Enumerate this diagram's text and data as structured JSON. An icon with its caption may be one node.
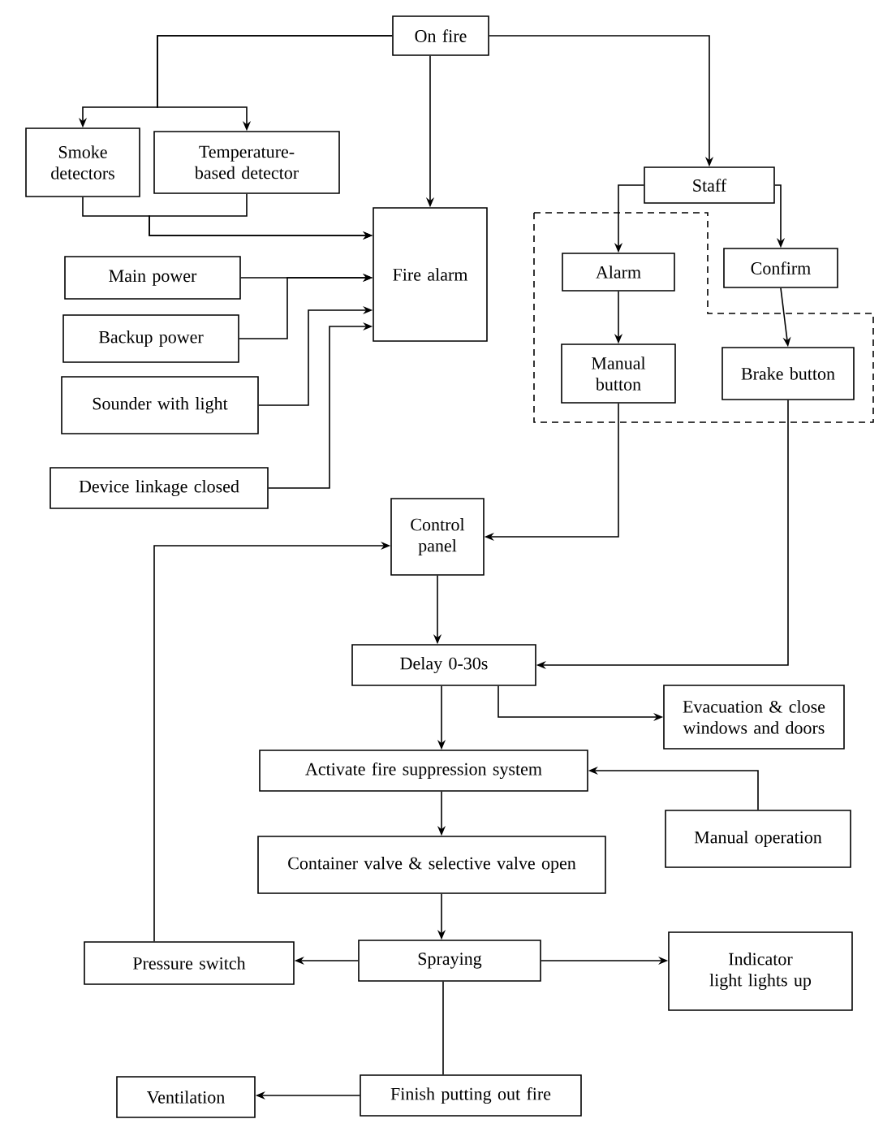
{
  "diagram": {
    "nodes": [
      {
        "text": [
          "On fire"
        ]
      },
      {
        "text": [
          "Smoke detectors"
        ]
      },
      {
        "text": [
          "Temperature-based detector"
        ]
      },
      {
        "text": [
          "Fire alarm"
        ]
      },
      {
        "text": [
          "Staff"
        ]
      },
      {
        "text": [],
        "shape": "box"
      },
      {
        "text": [
          "Alarm"
        ],
        "in": 5
      },
      {
        "text": [
          "Confirm"
        ]
      },
      {
        "text": [
          "Manual button"
        ],
        "in": 5
      },
      {
        "text": [
          "Brake button"
        ],
        "in": 5
      },
      {
        "text": [
          "Main power"
        ]
      },
      {
        "text": [
          "Backup power"
        ]
      },
      {
        "text": [
          "Sounder with light"
        ]
      },
      {
        "text": [
          "Device linkage closed"
        ]
      },
      {
        "text": [
          "Control panel"
        ]
      },
      {
        "text": [
          "Delay 0-30s"
        ]
      },
      {
        "text": [
          "Evacuation & close windows and doors"
        ]
      },
      {
        "text": [
          "Activate fire suppression system"
        ]
      },
      {
        "text": [
          "Manual operation"
        ]
      },
      {
        "text": [
          "Container valve & selective valve open"
        ]
      },
      {
        "text": [
          "Pressure switch"
        ]
      },
      {
        "text": [
          "Spraying"
        ]
      },
      {
        "text": [
          "Indicator light lights up"
        ]
      },
      {
        "text": [
          "Finish putting out fire"
        ]
      },
      {
        "text": [
          "Ventilation"
        ]
      }
    ],
    "edges": [
      {
        "from": 0,
        "to": 1,
        "arrow": "to"
      },
      {
        "from": 0,
        "to": 2,
        "arrow": "to"
      },
      {
        "from": 1,
        "to": 3,
        "arrow": "to"
      },
      {
        "from": 2,
        "to": 3,
        "arrow": "to"
      },
      {
        "from": 0,
        "to": 3,
        "arrow": "to"
      },
      {
        "from": 0,
        "to": 4,
        "arrow": "to"
      },
      {
        "from": 4,
        "to": 6,
        "arrow": "to"
      },
      {
        "from": 4,
        "to": 7,
        "arrow": "to"
      },
      {
        "from": 6,
        "to": 8,
        "arrow": "to"
      },
      {
        "from": 7,
        "to": 9,
        "arrow": "to"
      },
      {
        "from": 10,
        "to": 3,
        "arrow": "to"
      },
      {
        "from": 11,
        "to": 3,
        "arrow": "to"
      },
      {
        "from": 12,
        "to": 3,
        "arrow": "to"
      },
      {
        "from": 13,
        "to": 3,
        "arrow": "to"
      },
      {
        "from": 8,
        "to": 14,
        "arrow": "to"
      },
      {
        "from": 9,
        "to": 15,
        "arrow": "to"
      },
      {
        "from": 14,
        "to": 15,
        "arrow": "to"
      },
      {
        "from": 15,
        "to": 17,
        "arrow": "to"
      },
      {
        "from": 15,
        "to": 16,
        "arrow": "to"
      },
      {
        "from": 18,
        "to": 17,
        "arrow": "to"
      },
      {
        "from": 17,
        "to": 19,
        "arrow": "to"
      },
      {
        "from": 19,
        "to": 21,
        "arrow": "to"
      },
      {
        "from": 21,
        "to": 20,
        "arrow": "to"
      },
      {
        "from": 21,
        "to": 22,
        "arrow": "to"
      },
      {
        "from": 20,
        "to": 14,
        "arrow": "to"
      },
      {
        "from": 21,
        "to": 23,
        "arrow": "none"
      },
      {
        "from": 23,
        "to": 24,
        "arrow": "to"
      }
    ]
  }
}
